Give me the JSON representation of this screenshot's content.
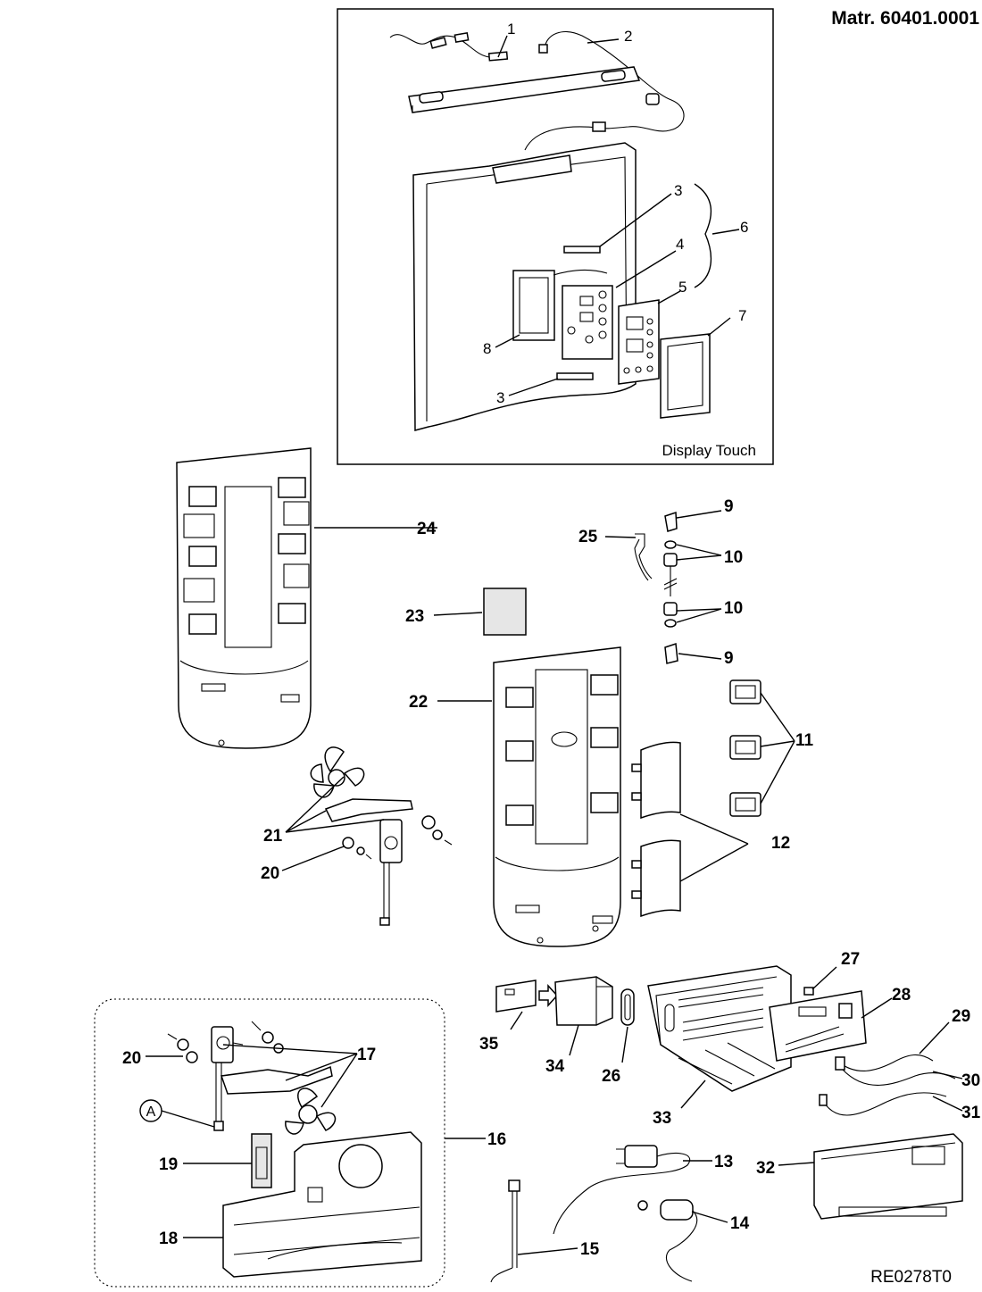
{
  "header": {
    "material_no": "Matr. 60401.0001"
  },
  "footer": {
    "drawing_code": "RE0278T0"
  },
  "inset": {
    "caption": "Display Touch"
  },
  "callouts": {
    "c1": "1",
    "c2": "2",
    "c3a": "3",
    "c3b": "3",
    "c4": "4",
    "c5": "5",
    "c6": "6",
    "c7": "7",
    "c8": "8",
    "c9a": "9",
    "c9b": "9",
    "c10a": "10",
    "c10b": "10",
    "c11": "11",
    "c12": "12",
    "c13": "13",
    "c14": "14",
    "c15": "15",
    "c16": "16",
    "c17": "17",
    "c18": "18",
    "c19": "19",
    "c20a": "20",
    "c20b": "20",
    "c21": "21",
    "c22": "22",
    "c23": "23",
    "c24": "24",
    "c25": "25",
    "c26": "26",
    "c27": "27",
    "c28": "28",
    "c29": "29",
    "c30": "30",
    "c31": "31",
    "c32": "32",
    "c33": "33",
    "c34": "34",
    "c35": "35",
    "cA": "A"
  }
}
